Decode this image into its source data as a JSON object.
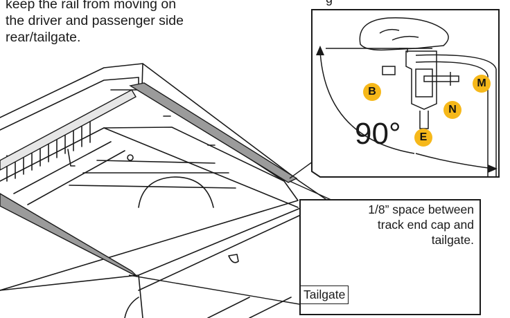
{
  "instructions": {
    "partial_top_right": "g",
    "intro_lines": [
      "keep the rail from moving on",
      "the driver and passenger side",
      "rear/tailgate."
    ]
  },
  "detail_view": {
    "angle_label": "90°",
    "callouts": [
      {
        "id": "B",
        "label": "B"
      },
      {
        "id": "M",
        "label": "M"
      },
      {
        "id": "N",
        "label": "N"
      },
      {
        "id": "E",
        "label": "E"
      }
    ]
  },
  "gap_callout": {
    "note_lines": [
      "1/8” space between",
      "track end cap and",
      "tailgate."
    ],
    "tailgate_label": "Tailgate"
  },
  "colors": {
    "callout_badge": "#f6b81a",
    "arrow_accent": "#d11f1f",
    "rail_fill": "#9b9b9b"
  }
}
